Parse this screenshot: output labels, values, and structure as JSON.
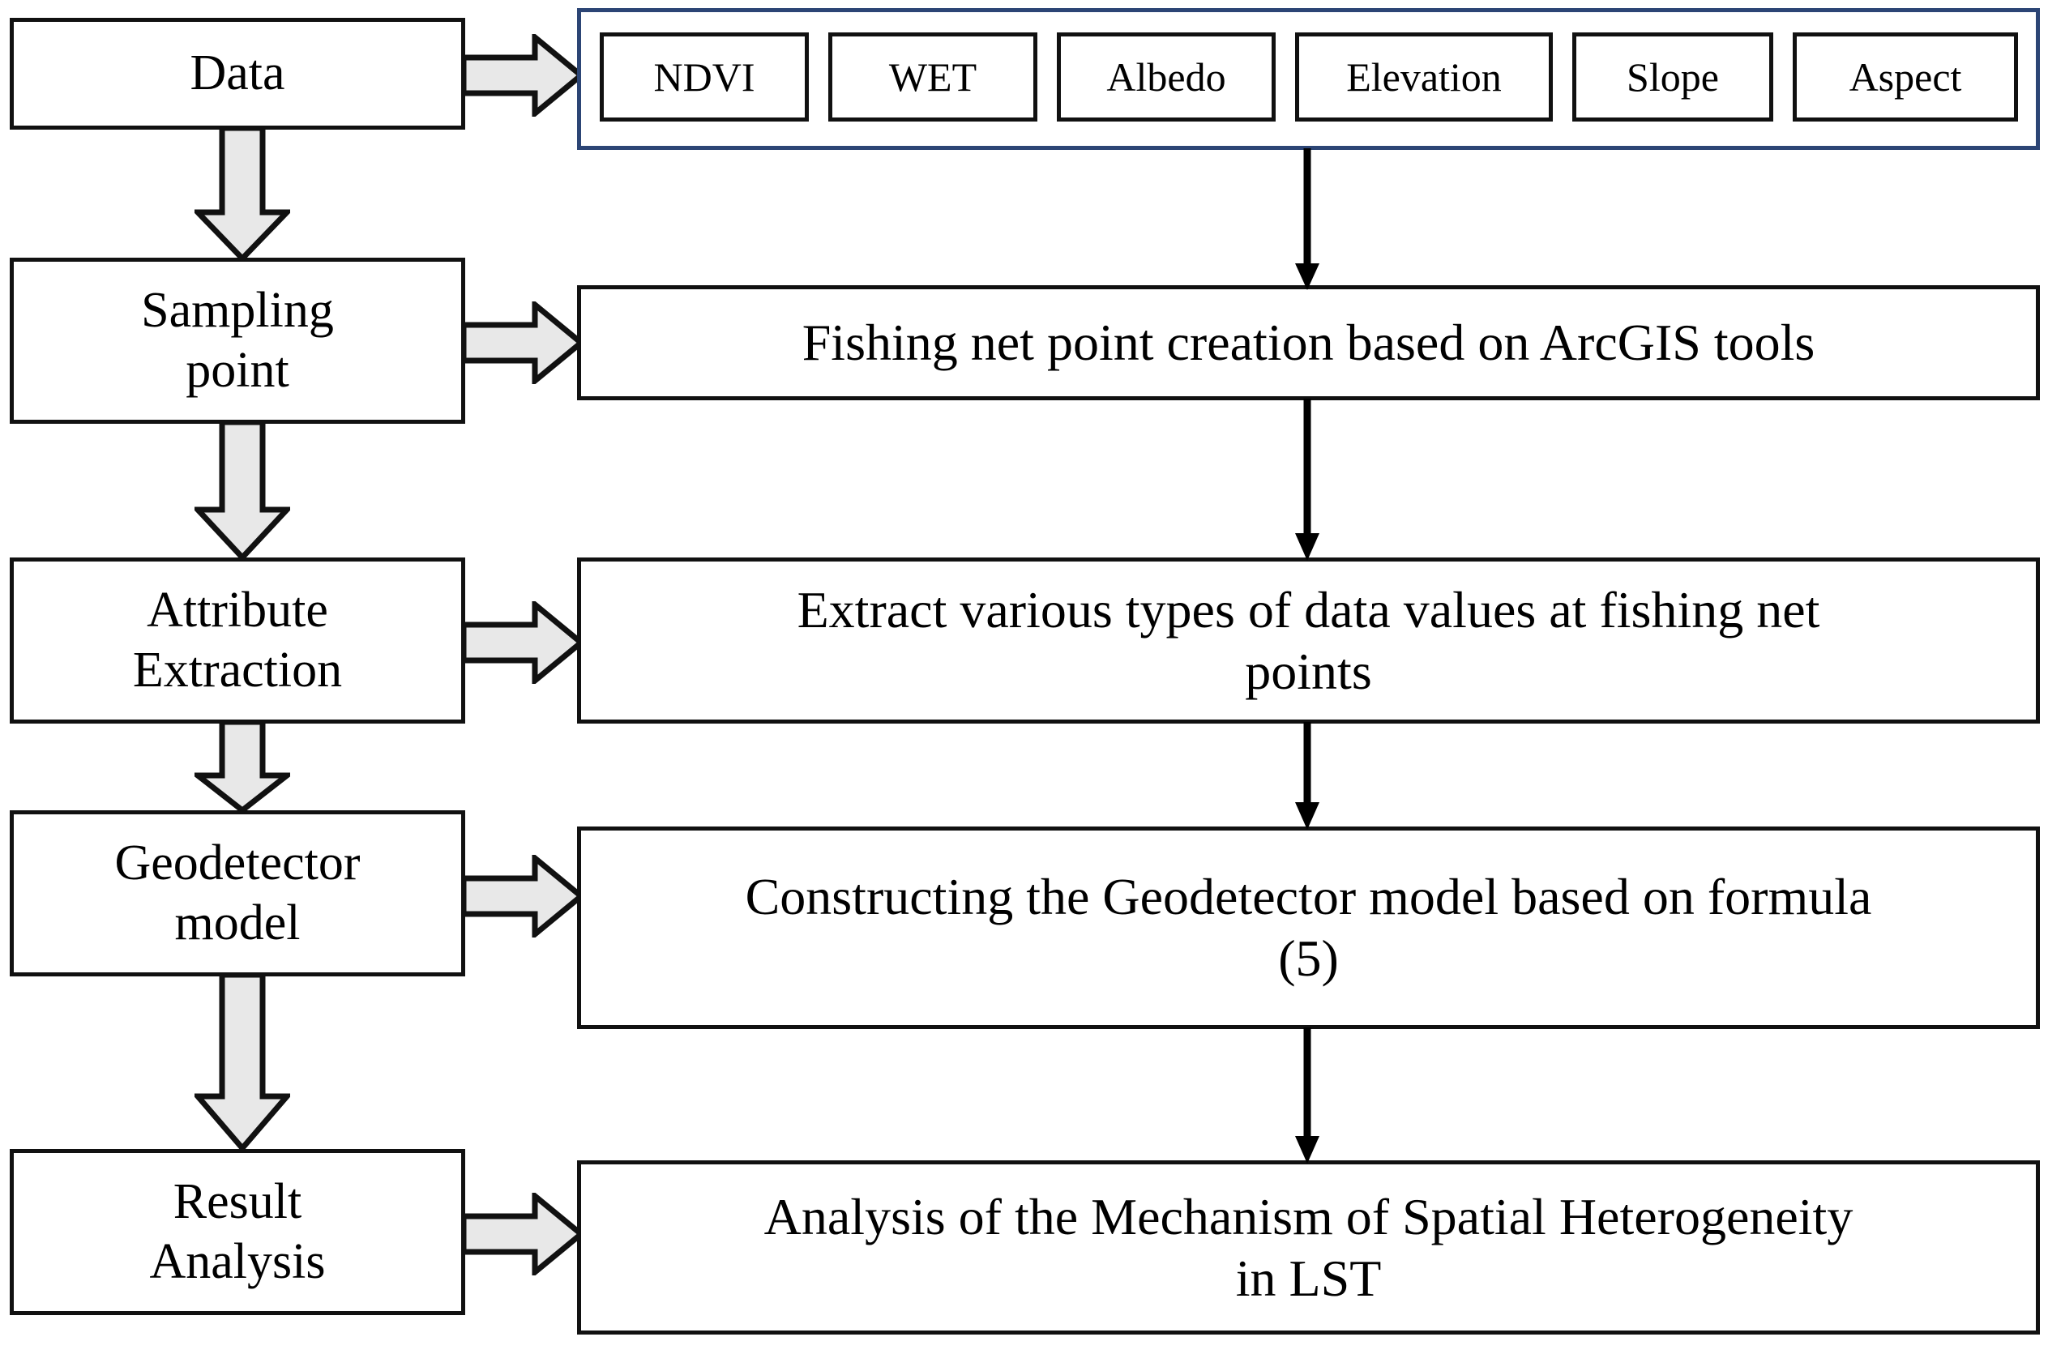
{
  "diagram": {
    "title": "LST spatial heterogeneity methodology flowchart",
    "colors": {
      "box_border": "#111111",
      "container_border": "#2c4575",
      "arrow_fill": "#e8e8e8",
      "arrow_stroke": "#111111",
      "connector": "#000000",
      "background": "#ffffff"
    }
  },
  "stages": [
    {
      "id": "data",
      "label": "Data"
    },
    {
      "id": "sampling",
      "label": "Sampling\npoint"
    },
    {
      "id": "attribute",
      "label": "Attribute\nExtraction"
    },
    {
      "id": "geodetector",
      "label": "Geodetector\nmodel"
    },
    {
      "id": "result",
      "label": "Result\nAnalysis"
    }
  ],
  "data_sources": [
    {
      "id": "ndvi",
      "label": "NDVI"
    },
    {
      "id": "wet",
      "label": "WET"
    },
    {
      "id": "albedo",
      "label": "Albedo"
    },
    {
      "id": "elevation",
      "label": "Elevation"
    },
    {
      "id": "slope",
      "label": "Slope"
    },
    {
      "id": "aspect",
      "label": "Aspect"
    }
  ],
  "descriptions": [
    {
      "id": "fishing-net",
      "label": "Fishing net point creation based on ArcGIS tools"
    },
    {
      "id": "extract",
      "label": "Extract various types of data values at fishing net\npoints"
    },
    {
      "id": "construct",
      "label": "Constructing the Geodetector model based on formula\n(5)"
    },
    {
      "id": "analysis-lst",
      "label": "Analysis of the Mechanism of Spatial Heterogeneity\nin LST"
    }
  ]
}
